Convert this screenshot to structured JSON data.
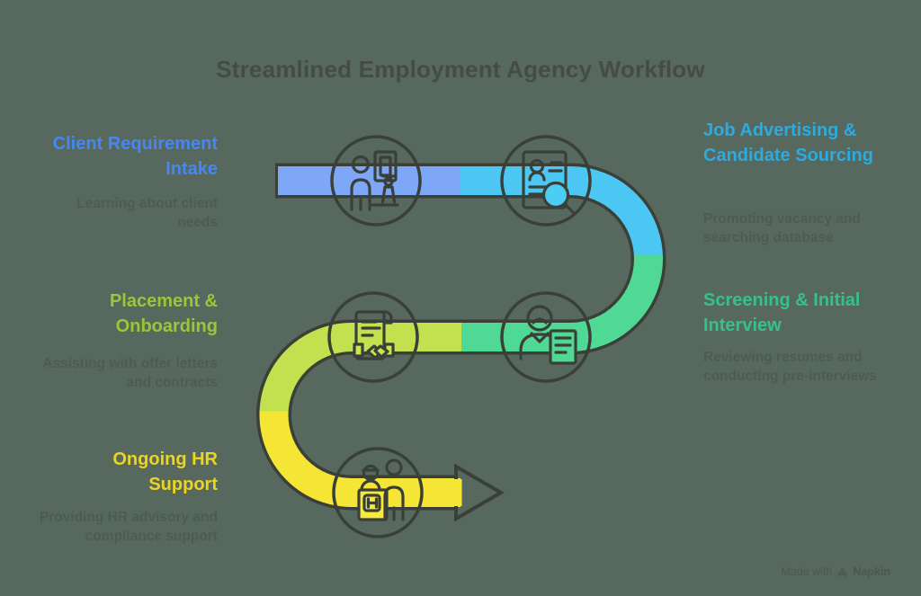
{
  "title": "Streamlined Employment Agency Workflow",
  "steps": [
    {
      "title": "Client Requirement Intake",
      "description": "Learning about client needs",
      "color": "#4687f2",
      "icon": "client-meeting-icon"
    },
    {
      "title": "Job Advertising & Candidate Sourcing",
      "description": "Promoting vacancy and searching database",
      "color": "#2babe0",
      "icon": "resume-search-icon"
    },
    {
      "title": "Screening & Initial Interview",
      "description": "Reviewing resumes and conducting pre-interviews",
      "color": "#35c289",
      "icon": "interview-icon"
    },
    {
      "title": "Placement & Onboarding",
      "description": "Assisting with offer letters and contracts",
      "color": "#9cc63a",
      "icon": "contract-handshake-icon"
    },
    {
      "title": "Ongoing HR Support",
      "description": "Providing HR advisory and compliance support",
      "color": "#ecd51e",
      "icon": "hr-support-icon"
    }
  ],
  "footer": {
    "made_with": "Made with",
    "brand": "Napkin"
  },
  "colors": {
    "background": "#57695e",
    "title_text": "#454b48",
    "description_text": "#4d5b55",
    "outline": "#3a4038",
    "ribbon_blue": "#7ea7f8",
    "ribbon_cyan": "#4cc7f3",
    "ribbon_green": "#4fd994",
    "ribbon_lime": "#c2e14e",
    "ribbon_yellow": "#f5e636",
    "circle1_top": "#7195f0",
    "circle1_bottom": "#94b8fa",
    "circle2_top": "#69d9f8",
    "circle2_bottom": "#39bfef",
    "circle3_top": "#62e3a6",
    "circle3_bottom": "#42d28a",
    "circle4_top": "#d6ea5e",
    "circle4_bottom": "#aeda40",
    "circle5_top": "#f9ee58",
    "circle5_bottom": "#f3de22",
    "lens_fill": "#4ccdf3",
    "doc_fill_green": "#4fd993",
    "hand_fill_lime": "#c9e455",
    "desk_fill_yellow": "#f7e93e"
  }
}
